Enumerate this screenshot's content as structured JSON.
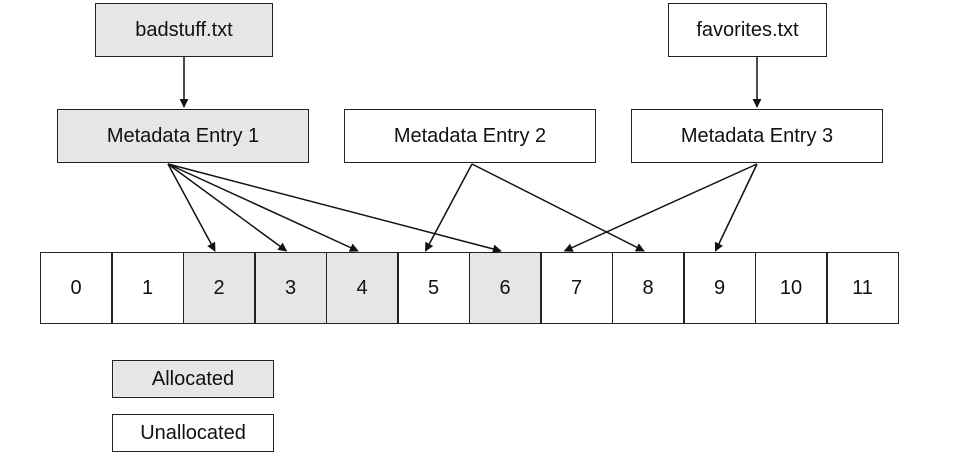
{
  "files": [
    {
      "id": "file-1",
      "name": "badstuff.txt",
      "allocated": true
    },
    {
      "id": "file-2",
      "name": "favorites.txt",
      "allocated": false
    }
  ],
  "entries": [
    {
      "id": "entry-1",
      "label": "Metadata Entry 1",
      "allocated": true,
      "points_to": [
        2,
        3,
        4,
        6
      ]
    },
    {
      "id": "entry-2",
      "label": "Metadata Entry 2",
      "allocated": false,
      "points_to": [
        5,
        8
      ]
    },
    {
      "id": "entry-3",
      "label": "Metadata Entry 3",
      "allocated": false,
      "points_to": [
        7,
        9
      ]
    }
  ],
  "file_links": [
    {
      "file": "file-1",
      "entry": "entry-1"
    },
    {
      "file": "file-2",
      "entry": "entry-3"
    }
  ],
  "clusters": [
    {
      "label": "0",
      "allocated": false
    },
    {
      "label": "1",
      "allocated": false
    },
    {
      "label": "2",
      "allocated": true
    },
    {
      "label": "3",
      "allocated": true
    },
    {
      "label": "4",
      "allocated": true
    },
    {
      "label": "5",
      "allocated": false
    },
    {
      "label": "6",
      "allocated": true
    },
    {
      "label": "7",
      "allocated": false
    },
    {
      "label": "8",
      "allocated": false
    },
    {
      "label": "9",
      "allocated": false
    },
    {
      "label": "10",
      "allocated": false
    },
    {
      "label": "11",
      "allocated": false
    }
  ],
  "legend": {
    "allocated": "Allocated",
    "unallocated": "Unallocated"
  }
}
